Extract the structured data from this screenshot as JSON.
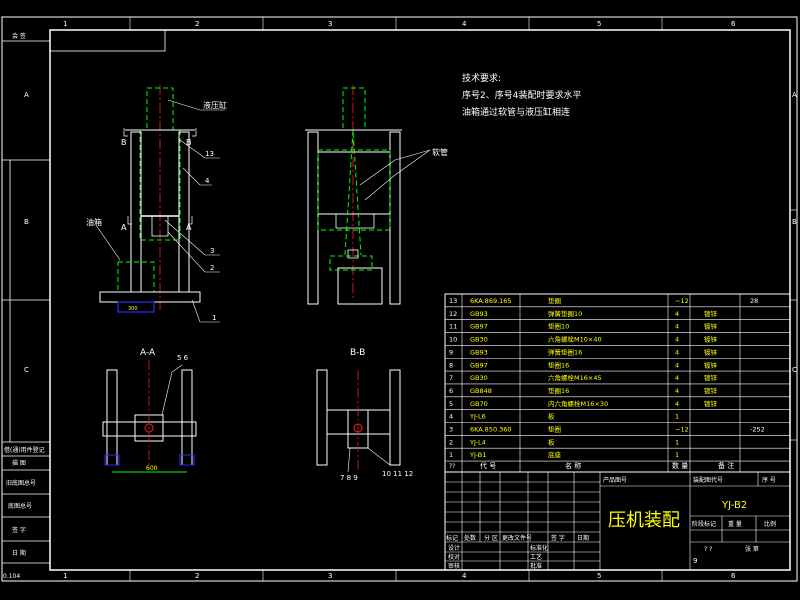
{
  "zones_top": [
    "1",
    "2",
    "3",
    "4",
    "5",
    "6"
  ],
  "zones_bottom": [
    "1",
    "2",
    "3",
    "4",
    "5",
    "6"
  ],
  "zones_left": [
    "A",
    "B",
    "C"
  ],
  "zones_right": [
    "A",
    "B",
    "C"
  ],
  "left_strip": {
    "top_label": "会 签",
    "r1": "借(通)用件登记",
    "r1b": "描 图",
    "r2": "旧底图总号",
    "r3": "底图总号",
    "r4": "签 字",
    "r5": "日 期",
    "corner": "0.104"
  },
  "notes": {
    "title": "技术要求:",
    "line1": "序号2、序号4装配时要求水平",
    "line2": "油箱通过软管与液压缸相连"
  },
  "labels": {
    "cylinder": "液压缸",
    "tank": "油箱",
    "hose": "软管",
    "section_aa": "A-A",
    "section_bb": "B-B",
    "A": "A",
    "B": "B",
    "dim_600": "600",
    "dim_300": "300",
    "n13": "13",
    "n4": "4",
    "n3": "3",
    "n2": "2",
    "n1": "1",
    "n56": "5 6",
    "n789": "7 8 9",
    "n101112": "10 11 12"
  },
  "bom": [
    {
      "no": "13",
      "code": "6KA.869.165",
      "name": "垫圈",
      "qty": "~12",
      "note1": "",
      "note2": "28"
    },
    {
      "no": "12",
      "code": "GB93",
      "name": "弹簧垫圈10",
      "qty": "4",
      "note1": "镀锌",
      "note2": ""
    },
    {
      "no": "11",
      "code": "GB97",
      "name": "垫圈10",
      "qty": "4",
      "note1": "镀锌",
      "note2": ""
    },
    {
      "no": "10",
      "code": "GB30",
      "name": "六角螺栓M10×40",
      "qty": "4",
      "note1": "镀锌",
      "note2": ""
    },
    {
      "no": "9",
      "code": "GB93",
      "name": "弹簧垫圈16",
      "qty": "4",
      "note1": "镀锌",
      "note2": ""
    },
    {
      "no": "8",
      "code": "GB97",
      "name": "垫圈16",
      "qty": "4",
      "note1": "镀锌",
      "note2": ""
    },
    {
      "no": "7",
      "code": "GB30",
      "name": "六角螺栓M16×45",
      "qty": "4",
      "note1": "镀锌",
      "note2": ""
    },
    {
      "no": "6",
      "code": "GB848",
      "name": "垫圈16",
      "qty": "4",
      "note1": "镀锌",
      "note2": ""
    },
    {
      "no": "5",
      "code": "GB70",
      "name": "内六角螺栓M16×30",
      "qty": "4",
      "note1": "镀锌",
      "note2": ""
    },
    {
      "no": "4",
      "code": "YJ-L6",
      "name": "板",
      "qty": "1",
      "note1": "",
      "note2": ""
    },
    {
      "no": "3",
      "code": "6KA.850.360",
      "name": "垫圈",
      "qty": "~12",
      "note1": "",
      "note2": "-252"
    },
    {
      "no": "2",
      "code": "YJ-L4",
      "name": "板",
      "qty": "1",
      "note1": "",
      "note2": ""
    },
    {
      "no": "1",
      "code": "YJ-B1",
      "name": "底座",
      "qty": "1",
      "note1": "",
      "note2": ""
    }
  ],
  "bom_header": {
    "no": "??",
    "code": "代 号",
    "name": "名 称",
    "qty": "数 量",
    "note": "备 注"
  },
  "title_block": {
    "product_code": "产品图号",
    "part_code": "装配图代号",
    "seq_no": "序 号",
    "drawing_name": "压机装配",
    "drawing_no": "YJ-B2",
    "stage_mark": "阶段标记",
    "weight": "重 量",
    "scale": "比例",
    "sheet_q": "? ?",
    "sheet_label": "张 第",
    "mark": "标记",
    "count": "处数",
    "zone": "分 区",
    "change_doc": "更改文件号",
    "sign": "签 字",
    "date": "日期",
    "design": "设计",
    "check": "校对",
    "review": "审核",
    "std": "标准化",
    "proc": "工艺",
    "approve": "批准",
    "sheet_no": "9"
  }
}
